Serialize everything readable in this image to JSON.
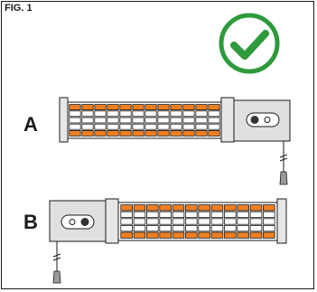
{
  "figure": {
    "label": "FIG. 1",
    "status_icon": "check-circle-icon",
    "status_color": "#2e9a3b",
    "element_color": "#f07f22"
  },
  "options": [
    {
      "label": "A"
    },
    {
      "label": "B"
    }
  ]
}
